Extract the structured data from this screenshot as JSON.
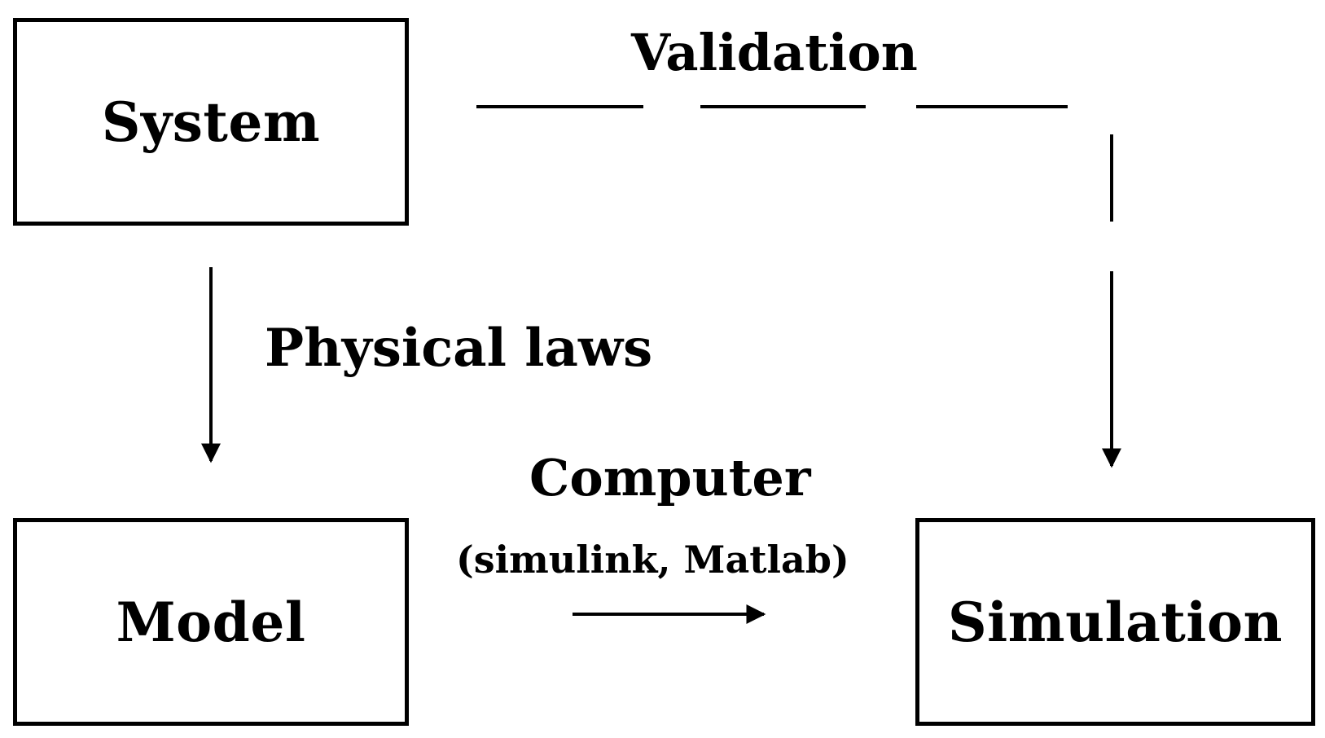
{
  "nodes": {
    "system": "System",
    "model": "Model",
    "simulation": "Simulation"
  },
  "edges": {
    "validation": "Validation",
    "physical_laws": "Physical laws",
    "computer": "Computer",
    "computer_tools": "(simulink, Matlab)"
  },
  "colors": {
    "stroke": "#000000",
    "background": "#ffffff"
  }
}
